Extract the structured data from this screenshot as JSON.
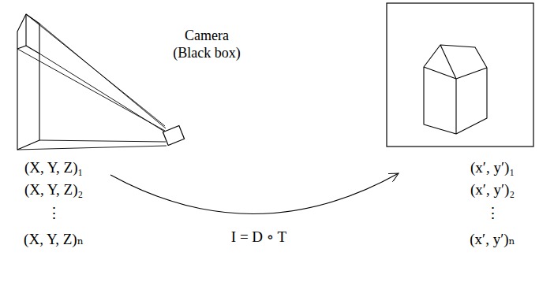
{
  "diagram": {
    "labels": [
      "Camera (Black box)",
      "(X, Y, Z)₁",
      "(X, Y, Z)₂",
      "⋮",
      "(X, Y, Z)ₙ",
      "(x′, y′)₁",
      "(x′, y′)₂",
      "⋮",
      "(x′, y′)ₙ",
      "I = D ∘ T"
    ]
  }
}
